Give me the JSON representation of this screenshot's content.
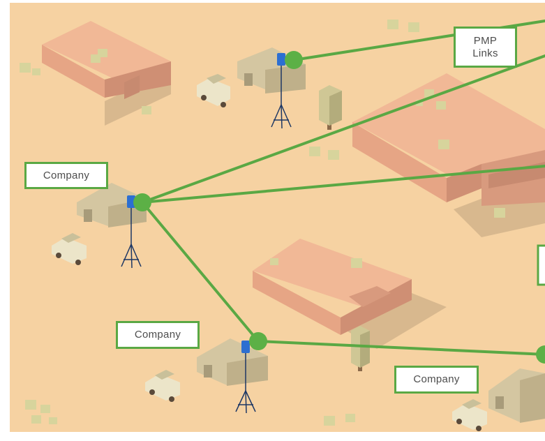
{
  "labels": {
    "pmp": "PMP\nLinks",
    "company_left": "Company",
    "company_middle": "Company",
    "company_bottom_right": "Company"
  },
  "colors": {
    "ground": "#f6d2a2",
    "link_green": "#5aa844",
    "node_green": "#5cb046",
    "building_roof": "#f0b190",
    "building_side": "#d89a7e",
    "tent": "#d4c6a1",
    "tent_shade": "#a89b7a",
    "crate": "#d7d49c",
    "antenna_blue": "#2c6fd1",
    "tripod": "#1d3764",
    "label_text": "#4d4d4d"
  },
  "icons": [
    "tent-icon",
    "radio-antenna-icon",
    "tripod-icon",
    "humvee-icon",
    "crate-icon",
    "tree-icon",
    "warehouse-icon",
    "network-node-icon"
  ]
}
